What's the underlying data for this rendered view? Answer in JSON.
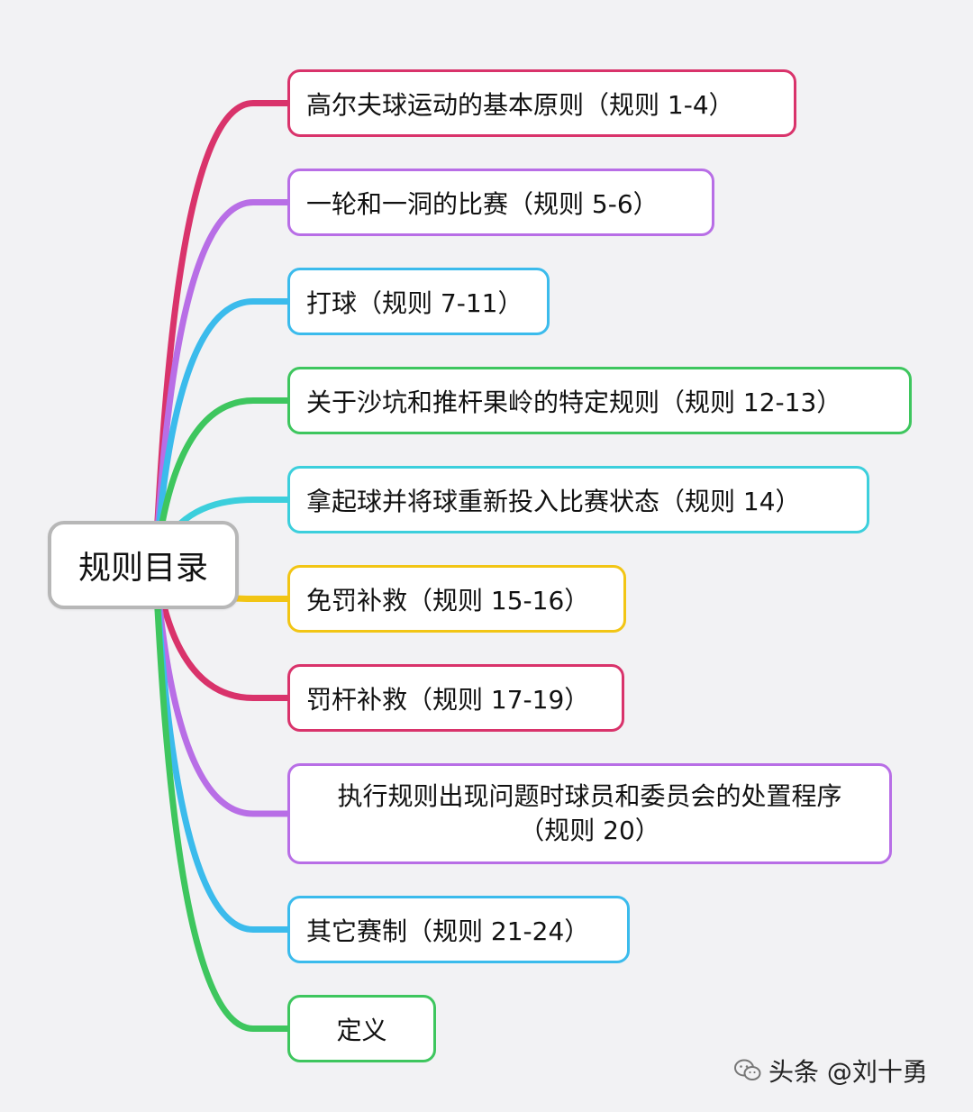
{
  "root": {
    "label": "规则目录"
  },
  "branches": [
    {
      "label": "高尔夫球运动的基本原则（规则 1-4）",
      "color": "#d9336b"
    },
    {
      "label": "一轮和一洞的比赛（规则 5-6）",
      "color": "#b86ee6"
    },
    {
      "label": "打球（规则 7-11）",
      "color": "#3bbbec"
    },
    {
      "label": "关于沙坑和推杆果岭的特定规则（规则 12-13）",
      "color": "#3ec65e"
    },
    {
      "label": "拿起球并将球重新投入比赛状态（规则 14）",
      "color": "#3ccfdc"
    },
    {
      "label": "免罚补救（规则 15-16）",
      "color": "#f2c514"
    },
    {
      "label": "罚杆补救（规则 17-19）",
      "color": "#d9336b"
    },
    {
      "label": "执行规则出现问题时球员和委员会的处置程序",
      "label2": "（规则 20）",
      "color": "#b86ee6"
    },
    {
      "label": "其它赛制（规则 21-24）",
      "color": "#3bbbec"
    },
    {
      "label": "定义",
      "color": "#3ec65e"
    }
  ],
  "watermark": {
    "text": "头条 @刘十勇",
    "icon": "wechat-icon"
  }
}
